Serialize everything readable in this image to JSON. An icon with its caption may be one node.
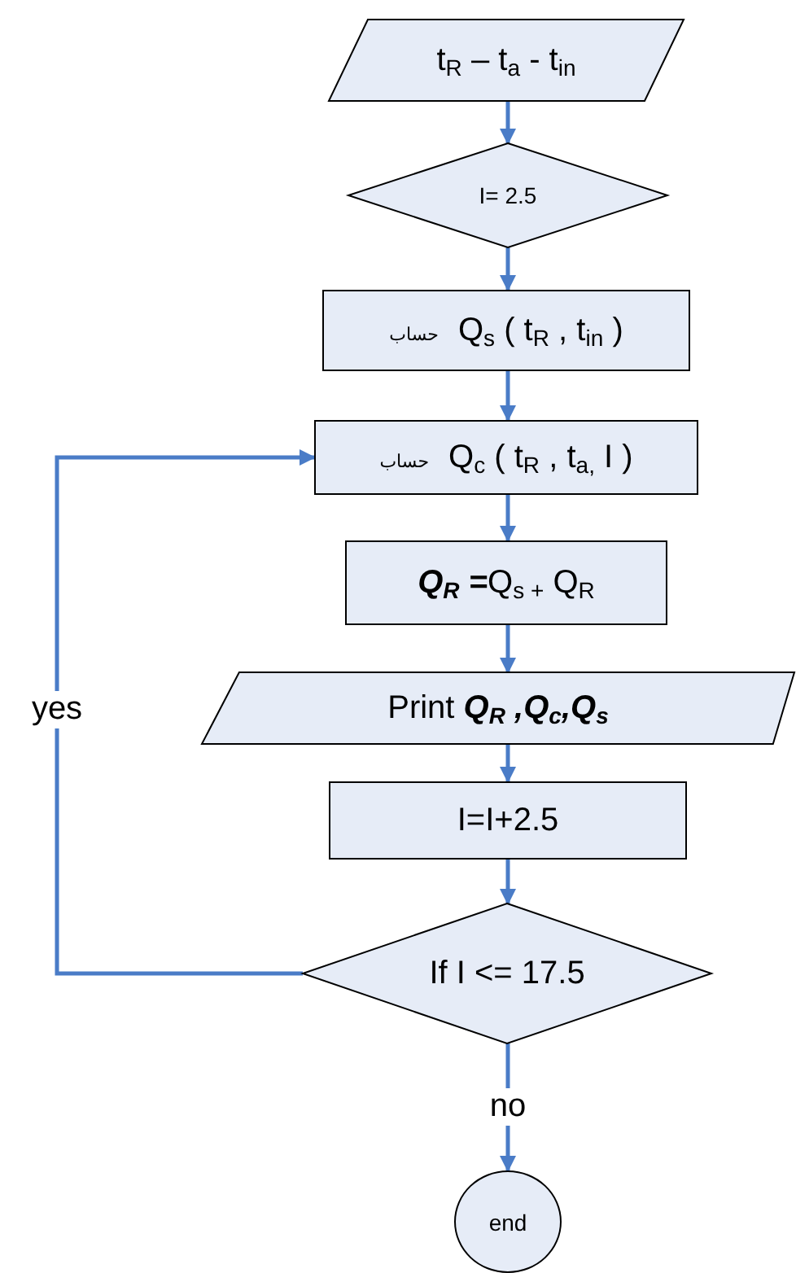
{
  "diagram": {
    "nodes": [
      {
        "text": [
          "t$_{R}$ – t$_{a}$ - t$_{in}$"
        ]
      },
      {
        "text": [
          "I= 2.5"
        ]
      },
      {
        "text": [
          "حساب",
          "Q$_{s}$ ( t$_{R}$ , t$_{in}$ )"
        ]
      },
      {
        "text": [
          "حساب",
          "Q$_{c}$ (  t$_{R}$ , t$_{a,}$ I )"
        ]
      },
      {
        "text": [
          "**Q$_{R}$ =**Q$_{s +}$ Q$_{R}$"
        ]
      },
      {
        "text": [
          "Print **Q$_{R}$ ,Q$_{c}$,Q$_{s}$**"
        ]
      },
      {
        "text": [
          "I=I+2.5"
        ]
      },
      {
        "text": [
          "If I <= 17.5"
        ]
      },
      {
        "text": [
          "end"
        ]
      }
    ],
    "edges": [
      {
        "from": 0,
        "to": 1,
        "arrow": "to"
      },
      {
        "from": 1,
        "to": 2,
        "arrow": "to"
      },
      {
        "from": 2,
        "to": 3,
        "arrow": "to"
      },
      {
        "from": 3,
        "to": 4,
        "arrow": "to"
      },
      {
        "from": 4,
        "to": 5,
        "arrow": "to"
      },
      {
        "from": 5,
        "to": 6,
        "arrow": "to"
      },
      {
        "from": 6,
        "to": 7,
        "arrow": "to"
      },
      {
        "from": 7,
        "to": 3,
        "arrow": "to",
        "label": "yes"
      },
      {
        "from": 7,
        "to": 8,
        "arrow": "to",
        "label": "no"
      }
    ]
  }
}
